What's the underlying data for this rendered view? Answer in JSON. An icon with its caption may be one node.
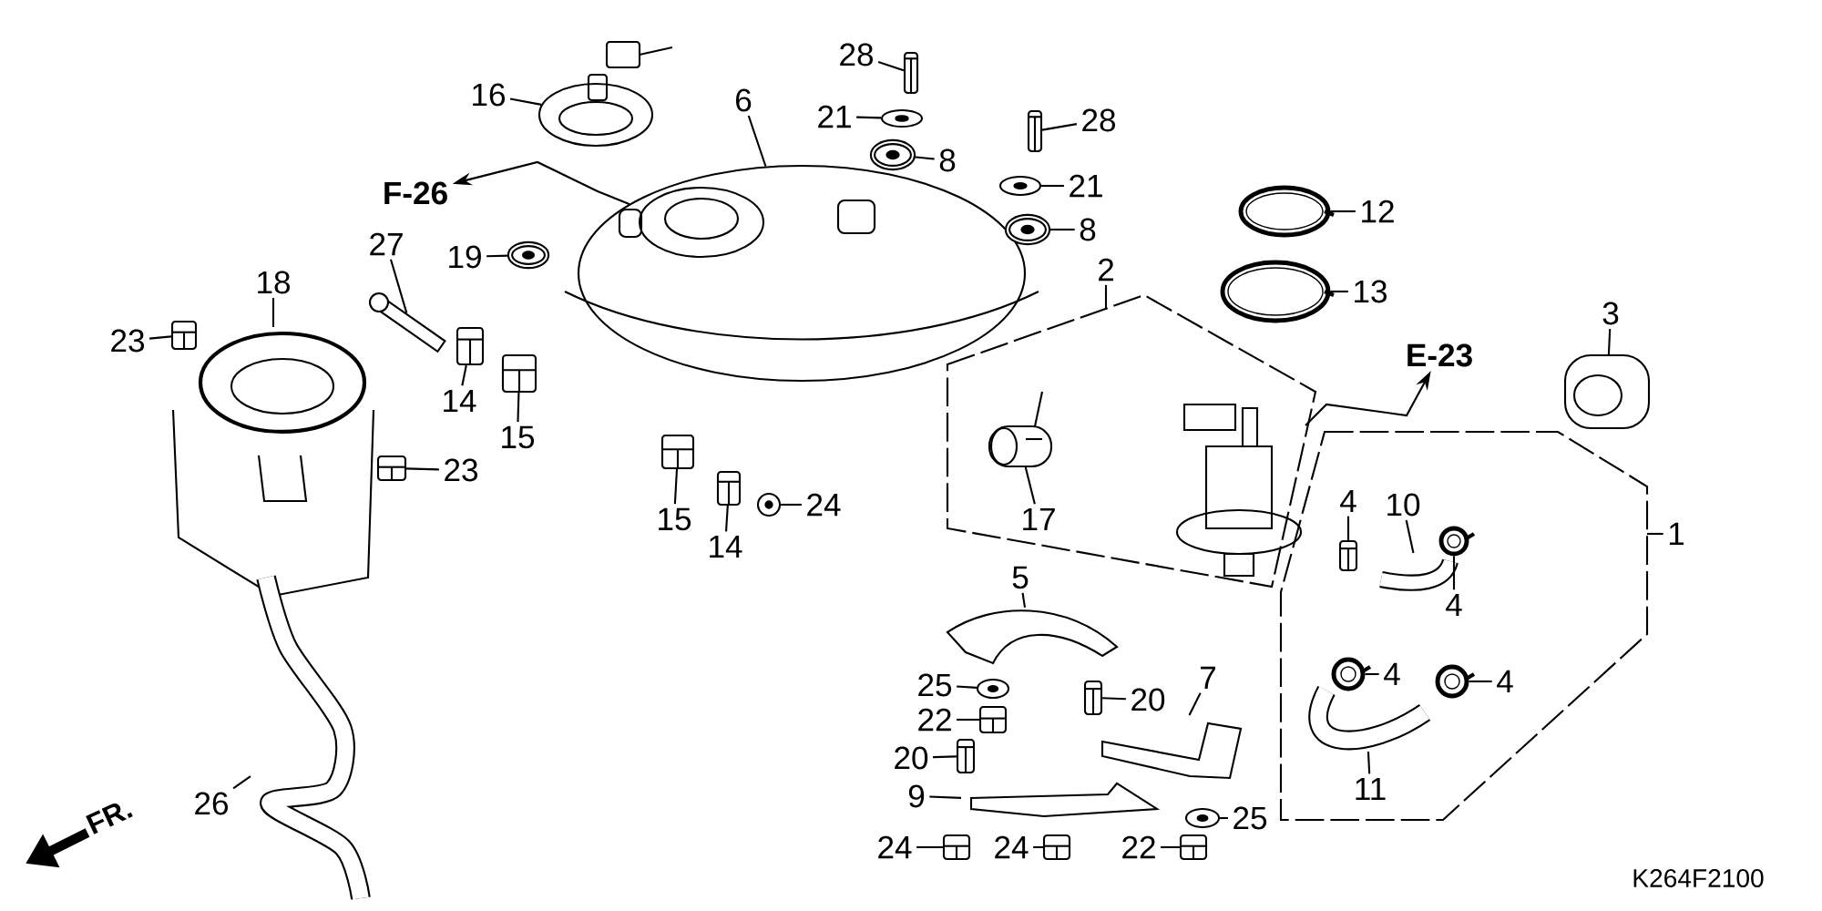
{
  "diagram": {
    "nodes": [
      {
        "text": [
          "28"
        ]
      },
      {
        "text": [],
        "shape": "picture"
      },
      {
        "text": [
          "16"
        ]
      },
      {
        "text": [],
        "shape": "picture"
      },
      {
        "text": [
          "6"
        ]
      },
      {
        "text": [],
        "shape": "picture"
      },
      {
        "text": [
          "21"
        ]
      },
      {
        "text": [],
        "shape": "picture"
      },
      {
        "text": [
          "8"
        ]
      },
      {
        "text": [],
        "shape": "picture"
      },
      {
        "text": [
          "28"
        ]
      },
      {
        "text": [],
        "shape": "picture"
      },
      {
        "text": [
          "21"
        ]
      },
      {
        "text": [],
        "shape": "picture"
      },
      {
        "text": [
          "12"
        ]
      },
      {
        "text": [],
        "shape": "picture"
      },
      {
        "text": [
          "8"
        ]
      },
      {
        "text": [],
        "shape": "picture"
      },
      {
        "text": [
          "13"
        ]
      },
      {
        "text": [],
        "shape": "picture"
      },
      {
        "text": [
          "27"
        ]
      },
      {
        "text": [],
        "shape": "picture"
      },
      {
        "text": [
          "19"
        ]
      },
      {
        "text": [],
        "shape": "picture"
      },
      {
        "text": [
          "18"
        ]
      },
      {
        "text": [],
        "shape": "picture"
      },
      {
        "text": [
          "F-26"
        ]
      },
      {
        "text": [
          "2"
        ]
      },
      {
        "text": [
          "3"
        ]
      },
      {
        "text": [],
        "shape": "picture"
      },
      {
        "text": [
          "E-23"
        ]
      },
      {
        "text": [],
        "shape": "picture"
      },
      {
        "text": [
          "23"
        ]
      },
      {
        "text": [],
        "shape": "picture"
      },
      {
        "text": [
          "14"
        ]
      },
      {
        "text": [],
        "shape": "picture"
      },
      {
        "text": [
          "15"
        ]
      },
      {
        "text": [],
        "shape": "picture"
      },
      {
        "text": [
          "23"
        ]
      },
      {
        "text": [],
        "shape": "picture"
      },
      {
        "text": [
          "15"
        ]
      },
      {
        "text": [],
        "shape": "picture"
      },
      {
        "text": [
          "14"
        ]
      },
      {
        "text": [],
        "shape": "picture"
      },
      {
        "text": [
          "24"
        ]
      },
      {
        "text": [],
        "shape": "picture"
      },
      {
        "text": [
          "17"
        ]
      },
      {
        "text": [],
        "shape": "picture"
      },
      {
        "text": [
          "1"
        ]
      },
      {
        "text": [
          "4"
        ]
      },
      {
        "text": [],
        "shape": "picture"
      },
      {
        "text": [
          "10"
        ]
      },
      {
        "text": [],
        "shape": "picture"
      },
      {
        "text": [
          "4"
        ]
      },
      {
        "text": [],
        "shape": "picture"
      },
      {
        "text": [
          "5"
        ]
      },
      {
        "text": [],
        "shape": "picture"
      },
      {
        "text": [
          "4"
        ]
      },
      {
        "text": [],
        "shape": "picture"
      },
      {
        "text": [
          "4"
        ]
      },
      {
        "text": [],
        "shape": "picture"
      },
      {
        "text": [
          "25"
        ]
      },
      {
        "text": [],
        "shape": "picture"
      },
      {
        "text": [
          "20"
        ]
      },
      {
        "text": [],
        "shape": "picture"
      },
      {
        "text": [
          "7"
        ]
      },
      {
        "text": [],
        "shape": "picture"
      },
      {
        "text": [
          "22"
        ]
      },
      {
        "text": [],
        "shape": "picture"
      },
      {
        "text": [
          "20"
        ]
      },
      {
        "text": [],
        "shape": "picture"
      },
      {
        "text": [
          "9"
        ]
      },
      {
        "text": [],
        "shape": "picture"
      },
      {
        "text": [
          "11"
        ]
      },
      {
        "text": [],
        "shape": "picture"
      },
      {
        "text": [
          "25"
        ]
      },
      {
        "text": [],
        "shape": "picture"
      },
      {
        "text": [
          "26"
        ]
      },
      {
        "text": [],
        "shape": "picture"
      },
      {
        "text": [
          "24"
        ]
      },
      {
        "text": [],
        "shape": "picture"
      },
      {
        "text": [
          "24"
        ]
      },
      {
        "text": [],
        "shape": "picture"
      },
      {
        "text": [
          "22"
        ]
      },
      {
        "text": [],
        "shape": "picture"
      }
    ],
    "edges": [
      {
        "from": 0,
        "to": 1,
        "arrow": "none"
      },
      {
        "from": 2,
        "to": 3,
        "arrow": "none"
      },
      {
        "from": 4,
        "to": 5,
        "arrow": "none"
      },
      {
        "from": 6,
        "to": 7,
        "arrow": "none"
      },
      {
        "from": 8,
        "to": 9,
        "arrow": "none"
      },
      {
        "from": 10,
        "to": 11,
        "arrow": "none"
      },
      {
        "from": 12,
        "to": 13,
        "arrow": "none"
      },
      {
        "from": 14,
        "to": 15,
        "arrow": "none"
      },
      {
        "from": 16,
        "to": 17,
        "arrow": "none"
      },
      {
        "from": 18,
        "to": 19,
        "arrow": "none"
      },
      {
        "from": 20,
        "to": 21,
        "arrow": "none"
      },
      {
        "from": 22,
        "to": 23,
        "arrow": "none"
      },
      {
        "from": 24,
        "to": 25,
        "arrow": "none"
      },
      {
        "from": 5,
        "to": 26,
        "arrow": "to"
      },
      {
        "from": 27,
        "to": null,
        "arrow": "none"
      },
      {
        "from": 28,
        "to": 29,
        "arrow": "none"
      },
      {
        "from": 31,
        "to": 30,
        "arrow": "to"
      },
      {
        "from": 32,
        "to": 33,
        "arrow": "none"
      },
      {
        "from": 34,
        "to": 35,
        "arrow": "none"
      },
      {
        "from": 36,
        "to": 37,
        "arrow": "none"
      },
      {
        "from": 38,
        "to": 39,
        "arrow": "none"
      },
      {
        "from": 40,
        "to": 41,
        "arrow": "none"
      },
      {
        "from": 42,
        "to": 43,
        "arrow": "none"
      },
      {
        "from": 44,
        "to": 45,
        "arrow": "none"
      },
      {
        "from": 46,
        "to": 47,
        "arrow": "none"
      },
      {
        "from": 48,
        "to": null,
        "arrow": "none"
      },
      {
        "from": 49,
        "to": 50,
        "arrow": "none"
      },
      {
        "from": 51,
        "to": 52,
        "arrow": "none"
      },
      {
        "from": 53,
        "to": 54,
        "arrow": "none"
      },
      {
        "from": 55,
        "to": 56,
        "arrow": "none"
      },
      {
        "from": 57,
        "to": 58,
        "arrow": "none"
      },
      {
        "from": 59,
        "to": 60,
        "arrow": "none"
      },
      {
        "from": 61,
        "to": 62,
        "arrow": "none"
      },
      {
        "from": 63,
        "to": 64,
        "arrow": "none"
      },
      {
        "from": 65,
        "to": 66,
        "arrow": "none"
      },
      {
        "from": 67,
        "to": 68,
        "arrow": "none"
      },
      {
        "from": 69,
        "to": 70,
        "arrow": "none"
      },
      {
        "from": 71,
        "to": 72,
        "arrow": "none"
      },
      {
        "from": 73,
        "to": 74,
        "arrow": "none"
      },
      {
        "from": 75,
        "to": 76,
        "arrow": "none"
      },
      {
        "from": 77,
        "to": 78,
        "arrow": "none"
      },
      {
        "from": 79,
        "to": 80,
        "arrow": "none"
      },
      {
        "from": 81,
        "to": 82,
        "arrow": "none"
      },
      {
        "from": 83,
        "to": 84,
        "arrow": "none"
      }
    ],
    "labels": [
      "FR.",
      "K264F2100"
    ]
  }
}
